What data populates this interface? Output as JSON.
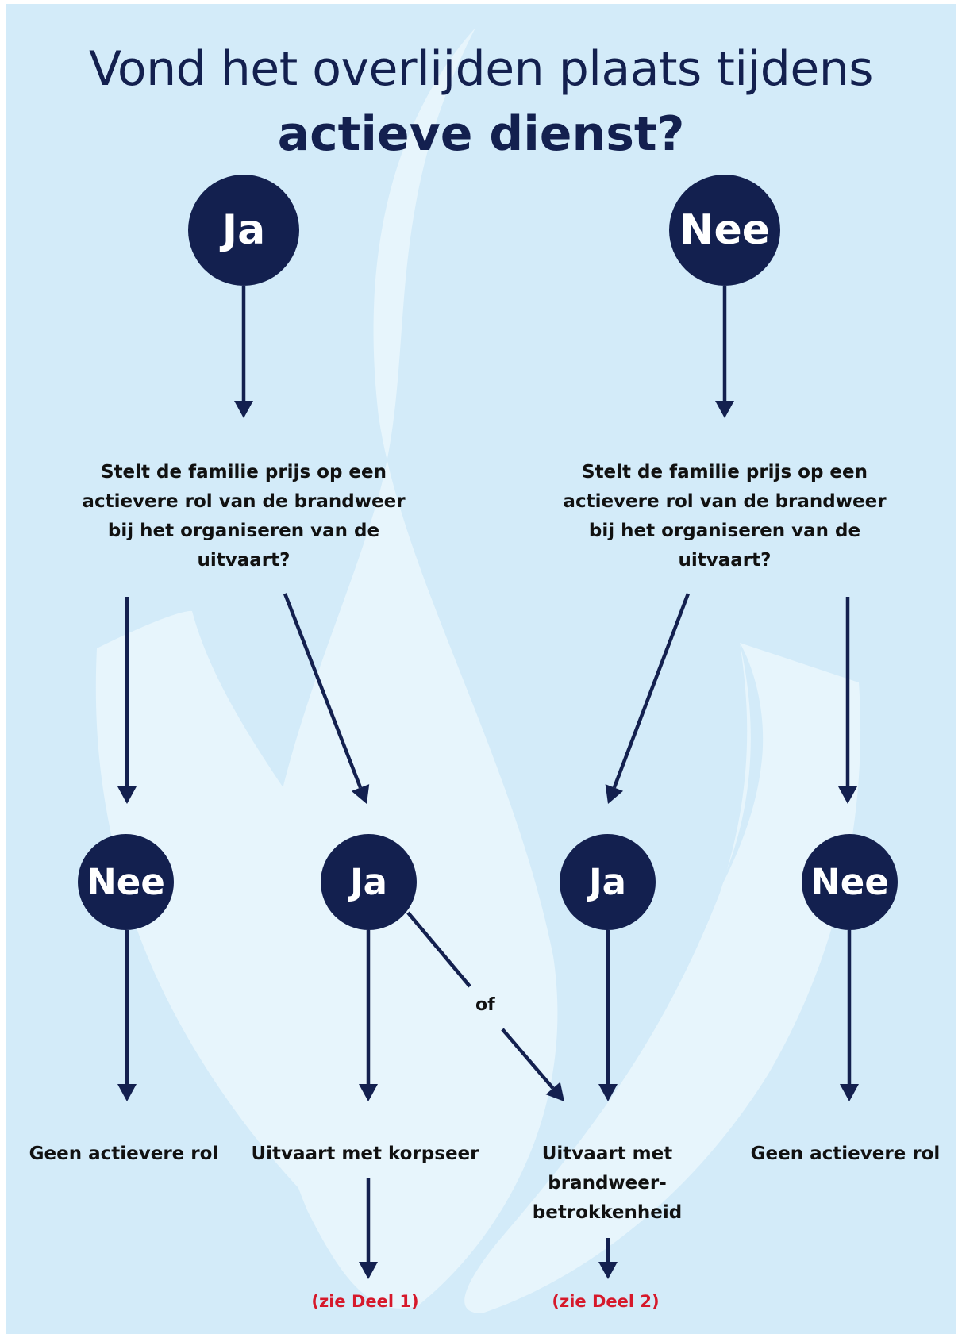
{
  "title": {
    "line1": "Vond het overlijden plaats tijdens",
    "line2": "actieve dienst?"
  },
  "top_choices": {
    "yes": "Ja",
    "no": "Nee"
  },
  "questions": {
    "left": "Stelt de familie prijs op een actievere rol van de brandweer bij het organiseren van de uitvaart?",
    "right": "Stelt de familie prijs op een actievere rol van de brandweer bij het organiseren van de uitvaart?"
  },
  "second_choices": {
    "left_no": "Nee",
    "left_yes": "Ja",
    "right_yes": "Ja",
    "right_no": "Nee"
  },
  "or_label": "of",
  "outcomes": {
    "no_role_left": "Geen actievere rol",
    "korpseer": "Uitvaart met korpseer",
    "betrokkenheid": "Uitvaart met brandweer-betrokkenheid",
    "no_role_right": "Geen actievere rol"
  },
  "references": {
    "deel1": "(zie Deel 1)",
    "deel2": "(zie Deel 2)"
  },
  "colors": {
    "background": "#d3ebf9",
    "flame": "#e7f5fc",
    "navy": "#13204f",
    "reference_red": "#d6192b"
  }
}
